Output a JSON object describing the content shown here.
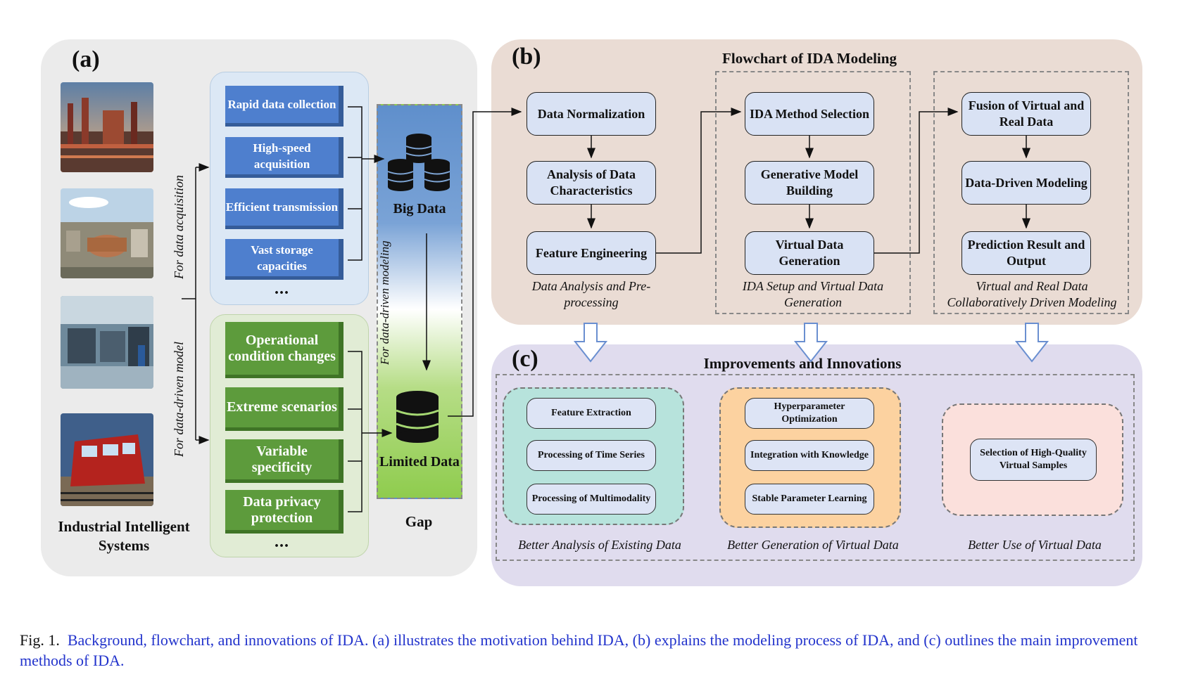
{
  "panel_a": {
    "label": "(a)",
    "systems_label": "Industrial Intelligent Systems",
    "acq_label": "For data acquisition",
    "model_label": "For data-driven model",
    "blue_items": [
      "Rapid data collection",
      "High-speed acquisition",
      "Efficient transmission",
      "Vast storage capacities"
    ],
    "green_items": [
      "Operational condition changes",
      "Extreme scenarios",
      "Variable specificity",
      "Data privacy protection"
    ],
    "more": "...",
    "big_data": "Big Data",
    "limited_data": "Limited Data",
    "gap_modeling": "For data-driven modeling",
    "gap": "Gap",
    "images": [
      "industrial-plant-photo",
      "factory-aerial-photo",
      "production-line-photo",
      "railway-train-photo"
    ]
  },
  "panel_b": {
    "label": "(b)",
    "title": "Flowchart of IDA Modeling",
    "col1": [
      "Data Normalization",
      "Analysis of Data Characteristics",
      "Feature Engineering"
    ],
    "col1_caption": "Data Analysis and Pre-processing",
    "col2": [
      "IDA Method Selection",
      "Generative Model Building",
      "Virtual Data Generation"
    ],
    "col2_caption": "IDA Setup and Virtual Data Generation",
    "col3": [
      "Fusion of Virtual and Real Data",
      "Data-Driven Modeling",
      "Prediction Result and Output"
    ],
    "col3_caption": "Virtual and Real Data Collaboratively Driven Modeling"
  },
  "panel_c": {
    "label": "(c)",
    "title": "Improvements and Innovations",
    "group1": [
      "Feature Extraction",
      "Processing of Time Series",
      "Processing of Multimodality"
    ],
    "group1_caption": "Better Analysis of Existing Data",
    "group2": [
      "Hyperparameter Optimization",
      "Integration with Knowledge",
      "Stable Parameter Learning"
    ],
    "group2_caption": "Better Generation of Virtual Data",
    "group3": [
      "Selection of High-Quality Virtual Samples"
    ],
    "group3_caption": "Better Use  of Virtual Data"
  },
  "figure_caption": {
    "prefix": "Fig. 1.",
    "text": "Background, flowchart, and innovations of IDA. (a) illustrates the motivation behind IDA, (b) explains the modeling process of IDA, and (c) outlines the main improvement methods of IDA."
  },
  "colors": {
    "panel_a_bg": "#ebebeb",
    "panel_b_bg": "#eadcd4",
    "panel_c_bg": "#e0dcee",
    "blue_box": "#4e7fce",
    "green_box": "#5d9b3c",
    "flow_box": "#d9e2f4",
    "group1_bg": "#b7e3dc",
    "group2_bg": "#fcd2a0",
    "group3_bg": "#fbe0dc",
    "caption_blue": "#2233cc"
  }
}
